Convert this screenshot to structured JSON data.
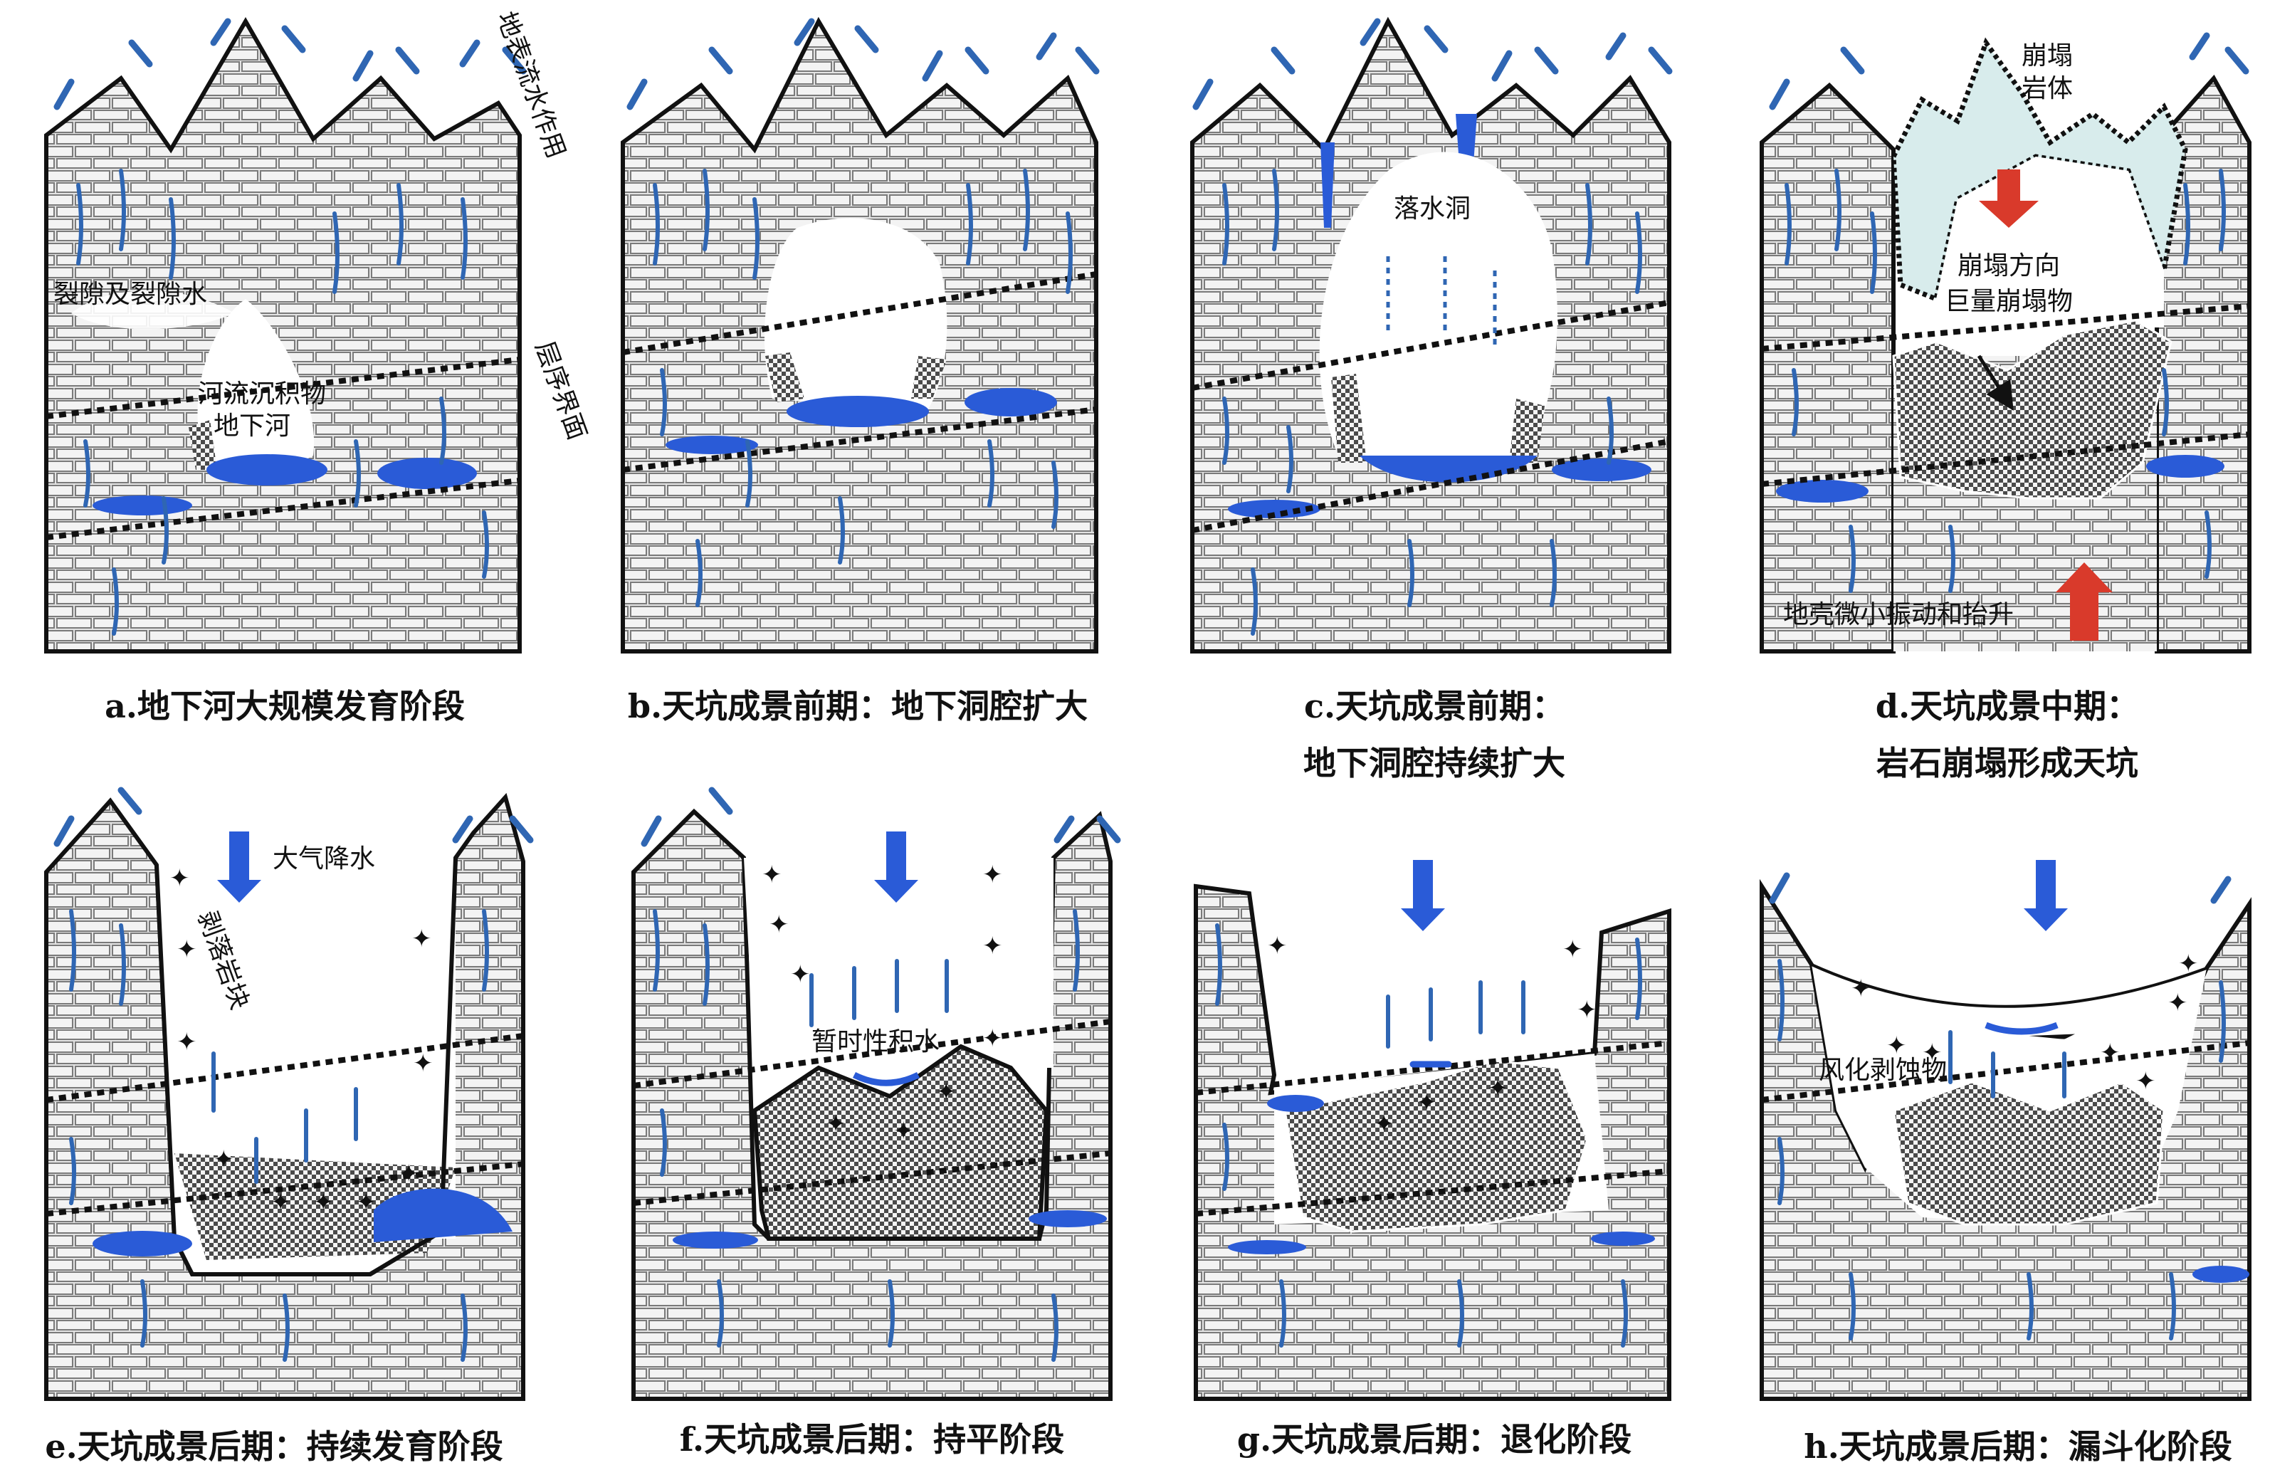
{
  "colors": {
    "water": "#2a5bd7",
    "rain_arrow": "#2f66b3",
    "red_arrow": "#d93a2b",
    "rock_outline": "#111111",
    "collapse_rock_fill": "#d8ecec"
  },
  "panels": [
    {
      "id": "a",
      "caption_lines": [
        "a.地下河大规模发育阶段"
      ],
      "labels": {
        "surface_water": "地表流水作用",
        "fissure": "裂隙及裂隙水",
        "river_sediment": "河流沉积物",
        "underground_river": "地下河",
        "strata_boundary": "层序界面"
      }
    },
    {
      "id": "b",
      "caption_lines": [
        "b.天坑成景前期：地下洞腔扩大"
      ],
      "labels": {}
    },
    {
      "id": "c",
      "caption_lines": [
        "c.天坑成景前期：",
        "地下洞腔持续扩大"
      ],
      "labels": {
        "sinkhole": "落水洞"
      }
    },
    {
      "id": "d",
      "caption_lines": [
        "d.天坑成景中期：",
        "岩石崩塌形成天坑"
      ],
      "labels": {
        "collapse_rock": [
          "崩塌",
          "岩体"
        ],
        "collapse_direction": "崩塌方向",
        "collapse_debris": "巨量崩塌物",
        "crust_uplift": "地壳微小振动和抬升"
      }
    },
    {
      "id": "e",
      "caption_lines": [
        "e.天坑成景后期：持续发育阶段"
      ],
      "labels": {
        "precipitation": "大气降水",
        "spalling_blocks": "剥落岩块"
      }
    },
    {
      "id": "f",
      "caption_lines": [
        "f.天坑成景后期：持平阶段"
      ],
      "labels": {
        "temporary_water": "暂时性积水"
      }
    },
    {
      "id": "g",
      "caption_lines": [
        "g.天坑成景后期：退化阶段"
      ],
      "labels": {}
    },
    {
      "id": "h",
      "caption_lines": [
        "h.天坑成景后期：漏斗化阶段"
      ],
      "labels": {
        "weathered_debris": "风化剥蚀物"
      }
    }
  ]
}
